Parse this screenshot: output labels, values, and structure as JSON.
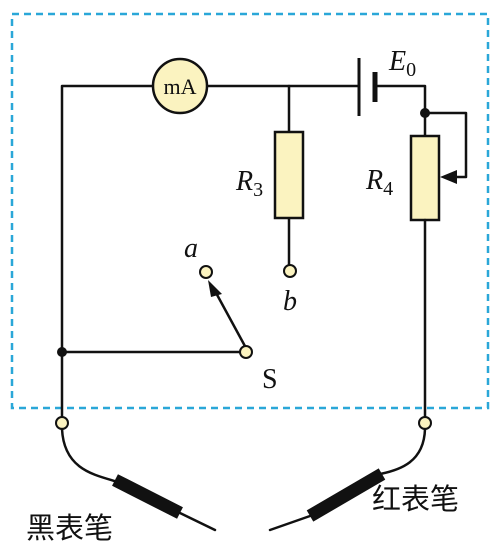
{
  "colors": {
    "dashed_box": "#2aa7d8",
    "component_fill": "#fbf3c0",
    "wire": "#111111",
    "probe_body": "#111111"
  },
  "meter": {
    "label": "mA"
  },
  "battery": {
    "label": "E",
    "subscript": "0"
  },
  "resistor_r3": {
    "label": "R",
    "subscript": "3"
  },
  "resistor_r4": {
    "label": "R",
    "subscript": "4"
  },
  "switch": {
    "label": "S",
    "terminal_a": "a",
    "terminal_b": "b"
  },
  "probes": {
    "black": "黑表笔",
    "red": "红表笔"
  }
}
